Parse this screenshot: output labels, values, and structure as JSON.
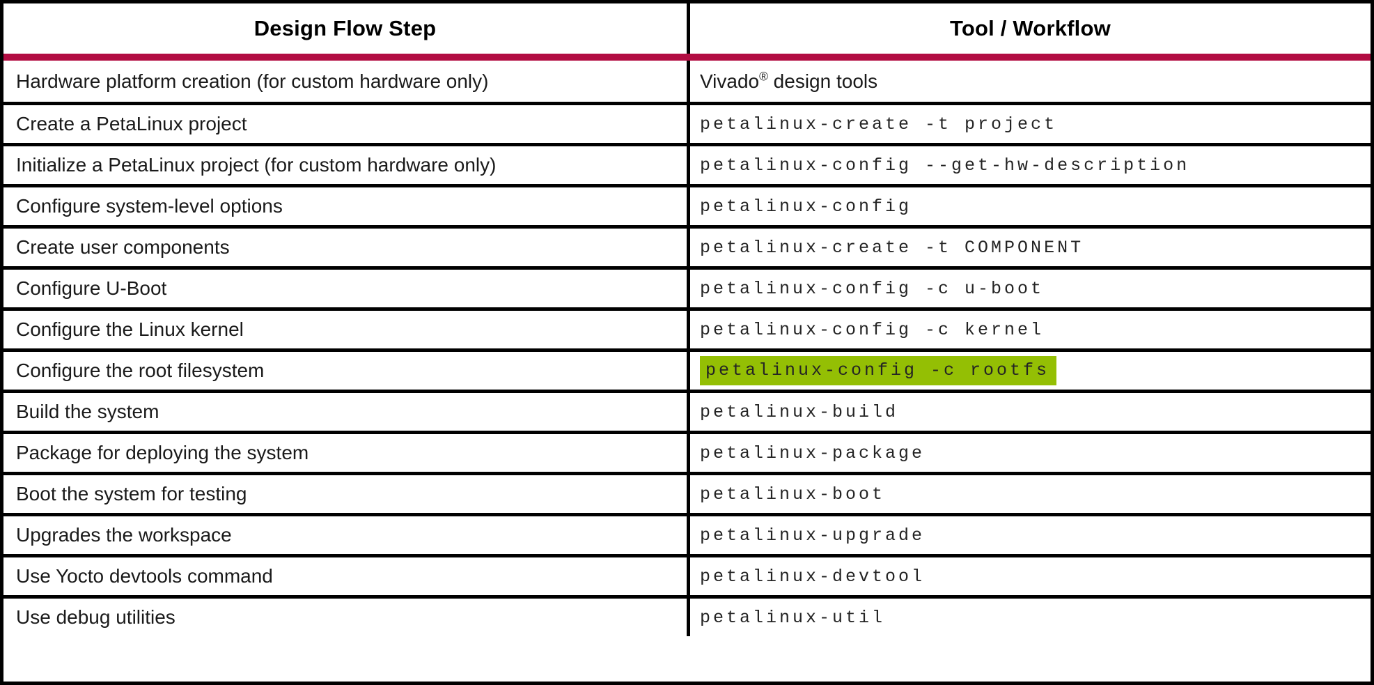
{
  "colors": {
    "rule_red": "#B20D42",
    "hl_green": "#94BF04",
    "border": "#000000"
  },
  "table": {
    "columns": {
      "step": "Design Flow Step",
      "tool": "Tool / Workflow"
    },
    "rows": [
      {
        "step": "Hardware platform creation (for custom hardware only)",
        "tool": "Vivado® design tools",
        "tool_pre": "Vivado",
        "tool_reg": "®",
        "tool_post": " design tools",
        "tool_type": "text",
        "highlighted": false
      },
      {
        "step": "Create a PetaLinux project",
        "tool": "petalinux-create -t project",
        "tool_type": "code",
        "highlighted": false
      },
      {
        "step": "Initialize a PetaLinux project (for custom hardware only)",
        "tool": "petalinux-config --get-hw-description",
        "tool_type": "code",
        "highlighted": false
      },
      {
        "step": "Configure system-level options",
        "tool": "petalinux-config",
        "tool_type": "code",
        "highlighted": false
      },
      {
        "step": "Create user components",
        "tool": "petalinux-create -t COMPONENT",
        "tool_type": "code",
        "highlighted": false
      },
      {
        "step": "Configure U-Boot",
        "tool": "petalinux-config -c u-boot",
        "tool_type": "code",
        "highlighted": false
      },
      {
        "step": "Configure the Linux kernel",
        "tool": "petalinux-config -c kernel",
        "tool_type": "code",
        "highlighted": false
      },
      {
        "step": "Configure the root filesystem",
        "tool": "petalinux-config -c rootfs",
        "tool_type": "code",
        "highlighted": true
      },
      {
        "step": "Build the system",
        "tool": "petalinux-build",
        "tool_type": "code",
        "highlighted": false
      },
      {
        "step": "Package for deploying the system",
        "tool": "petalinux-package",
        "tool_type": "code",
        "highlighted": false
      },
      {
        "step": "Boot the system for testing",
        "tool": "petalinux-boot",
        "tool_type": "code",
        "highlighted": false
      },
      {
        "step": "Upgrades the workspace",
        "tool": "petalinux-upgrade",
        "tool_type": "code",
        "highlighted": false
      },
      {
        "step": "Use Yocto devtools command",
        "tool": "petalinux-devtool",
        "tool_type": "code",
        "highlighted": false
      },
      {
        "step": "Use debug utilities",
        "tool": "petalinux-util",
        "tool_type": "code",
        "highlighted": false
      }
    ]
  }
}
